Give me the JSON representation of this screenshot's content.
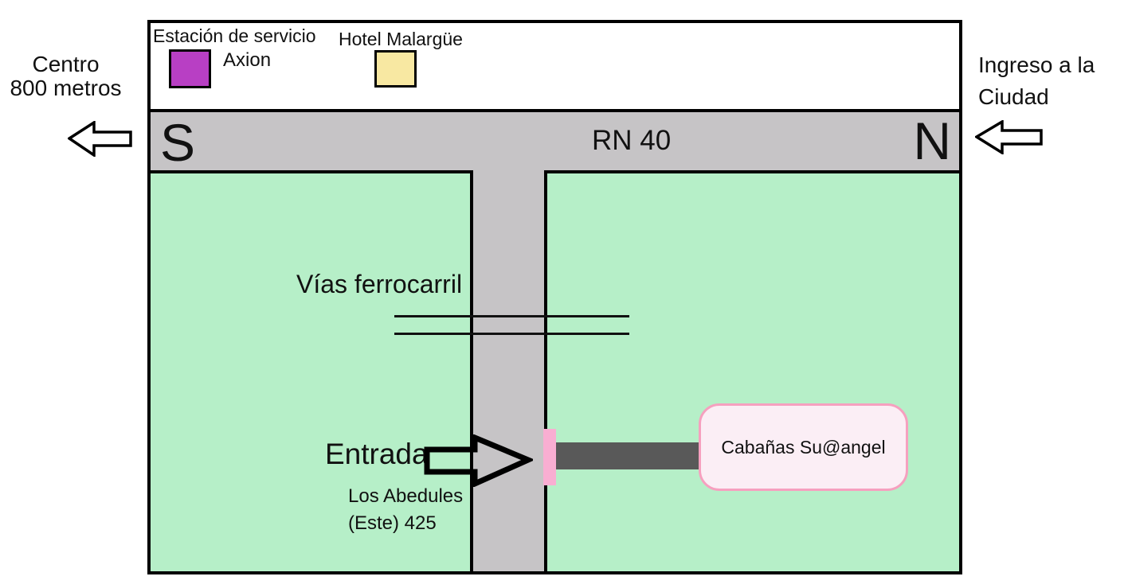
{
  "annotations": {
    "west": {
      "line1": "Centro",
      "line2": "800 metros"
    },
    "east": {
      "line1": "Ingreso a la",
      "line2": "Ciudad"
    }
  },
  "legend": {
    "station": {
      "line1": "Estación de servicio",
      "line2": "Axion",
      "color": "#b83fc4"
    },
    "hotel": {
      "label": "Hotel Malargüe",
      "color": "#f8e8a2"
    }
  },
  "highway": {
    "name": "RN 40",
    "south": "S",
    "north": "N",
    "color": "#c6c4c6"
  },
  "map": {
    "railway_label": "Vías ferrocarril",
    "entrance_label": "Entrada",
    "address_line1": "Los Abedules",
    "address_line2": "(Este) 425",
    "destination_label": "Cabañas Su@angel",
    "block_color": "#b6efc8",
    "driveway_color": "#595959",
    "gate_color": "#f9aed2",
    "destination_fill": "#fbeef5",
    "destination_border": "#f6a0bf"
  }
}
